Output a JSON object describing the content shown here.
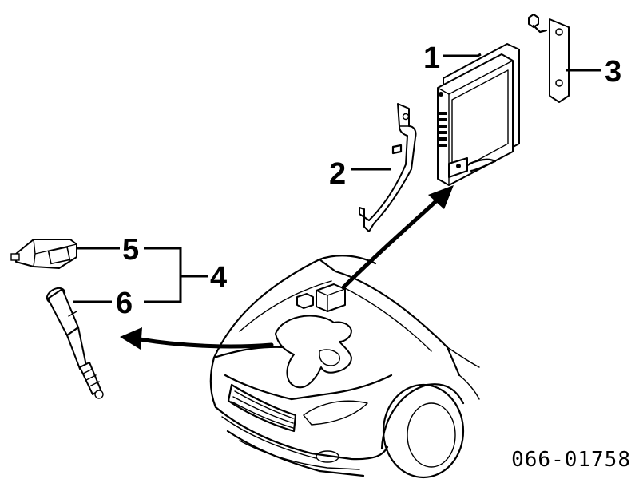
{
  "callouts": {
    "c1": "1",
    "c2": "2",
    "c3": "3",
    "c4": "4",
    "c5": "5",
    "c6": "6"
  },
  "part_code": "066-01758"
}
